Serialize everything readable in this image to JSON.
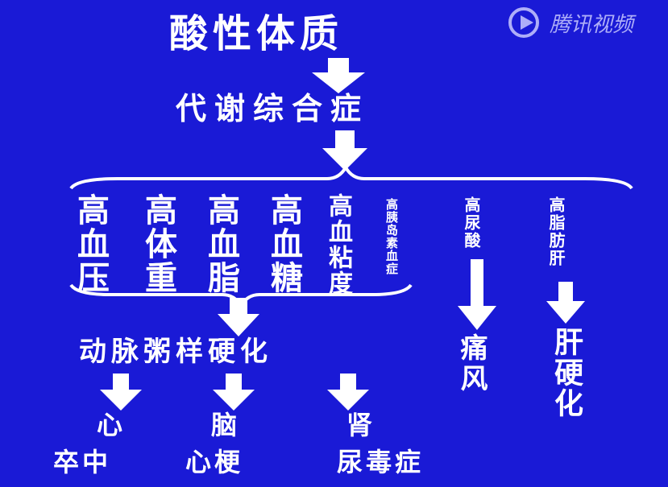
{
  "watermark": {
    "brand": "腾讯视频",
    "icon": "play-logo-icon"
  },
  "title": "酸性体质",
  "subtitle": "代谢综合症",
  "conditions": [
    "高血压",
    "高体重",
    "高血脂",
    "高血糖",
    "高血粘度",
    "高胰岛素血症"
  ],
  "gout_cause": "高尿酸",
  "gout": "痛风",
  "fatty_liver": "高脂肪肝",
  "cirrhosis": "肝硬化",
  "atherosclerosis": "动脉粥样硬化",
  "organs": [
    "心",
    "脑",
    "肾"
  ],
  "outcomes": [
    "卒中",
    "心梗",
    "尿毒症"
  ],
  "colors": {
    "background": "#1a1ad6",
    "foreground": "#ffffff"
  }
}
